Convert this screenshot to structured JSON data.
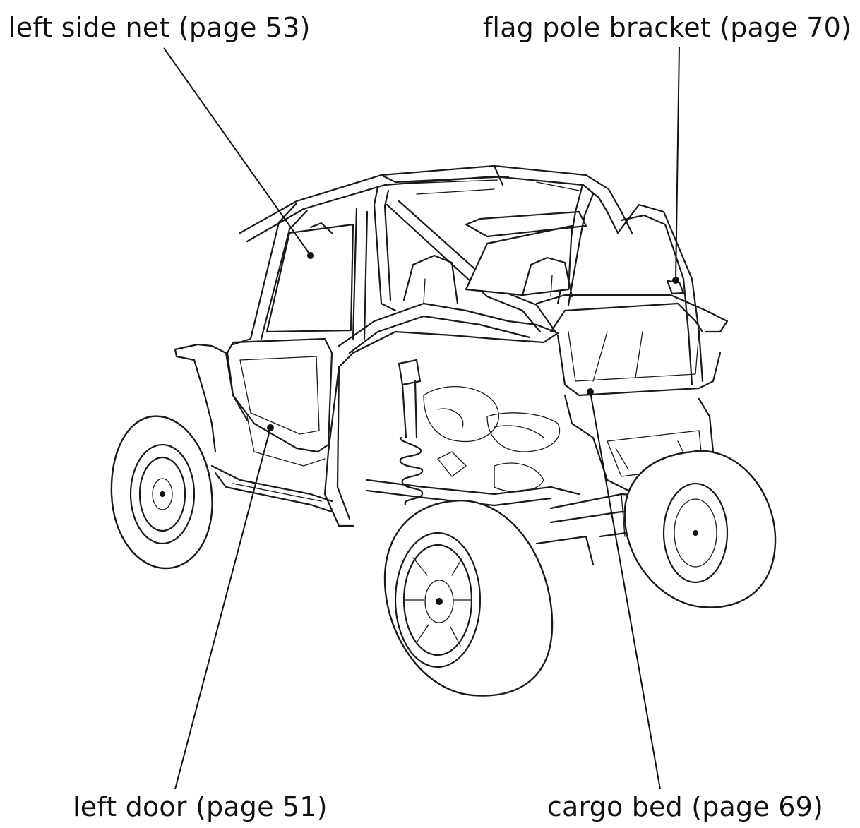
{
  "callouts": {
    "left_side_net": "left side net (page 53)",
    "flag_pole_bracket": "flag pole bracket (page 70)",
    "left_door": "left door (page 51)",
    "cargo_bed": "cargo bed (page 69)"
  },
  "colors": {
    "line": "#1a1a1a",
    "background": "#ffffff"
  }
}
